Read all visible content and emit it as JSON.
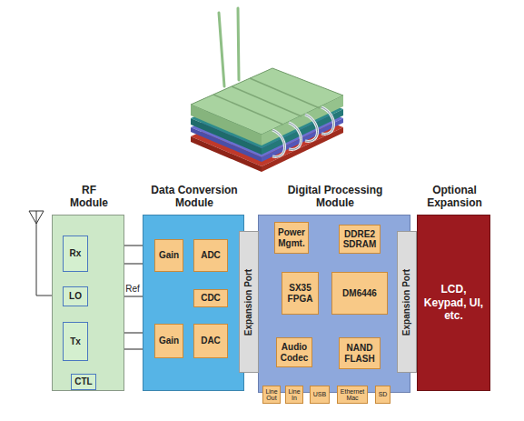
{
  "diagram": {
    "nodes": [
      {
        "text": [
          "RF Module"
        ]
      },
      {
        "text": [
          "Rx"
        ],
        "in": 0
      },
      {
        "text": [
          "LO"
        ],
        "in": 0
      },
      {
        "text": [
          "Tx"
        ],
        "in": 0
      },
      {
        "text": [
          "CTL"
        ],
        "in": 0
      },
      {
        "text": [
          "Data Conversion Module"
        ]
      },
      {
        "text": [
          "Gain"
        ],
        "in": 5
      },
      {
        "text": [
          "ADC"
        ],
        "in": 5
      },
      {
        "text": [
          "CDC"
        ],
        "in": 5
      },
      {
        "text": [
          "Gain"
        ],
        "in": 5
      },
      {
        "text": [
          "DAC"
        ],
        "in": 5
      },
      {
        "text": [
          "Expansion Port"
        ]
      },
      {
        "text": [
          "Digital Processing Module"
        ]
      },
      {
        "text": [
          "Power Mgmt."
        ],
        "in": 12
      },
      {
        "text": [
          "DDRE2 SDRAM"
        ],
        "in": 12
      },
      {
        "text": [
          "SX35 FPGA"
        ],
        "in": 12
      },
      {
        "text": [
          "DM6446"
        ],
        "in": 12
      },
      {
        "text": [
          "Audio Codec"
        ],
        "in": 12
      },
      {
        "text": [
          "NAND FLASH"
        ],
        "in": 12
      },
      {
        "text": [
          "Line Out"
        ],
        "in": 12
      },
      {
        "text": [
          "Line In"
        ],
        "in": 12
      },
      {
        "text": [
          "USB"
        ],
        "in": 12
      },
      {
        "text": [
          "Ethernet Mac"
        ],
        "in": 12
      },
      {
        "text": [
          "SD"
        ],
        "in": 12
      },
      {
        "text": [
          "Expansion Port"
        ]
      },
      {
        "text": [
          "Optional Expansion",
          "LCD, Keypad, UI, etc."
        ]
      }
    ],
    "edges": [
      {
        "from": 1,
        "to": 6,
        "arrow": "to"
      },
      {
        "from": 1,
        "to": 6,
        "arrow": "to"
      },
      {
        "from": 6,
        "to": 7,
        "arrow": "to"
      },
      {
        "from": 6,
        "to": 7,
        "arrow": "to"
      },
      {
        "from": 7,
        "to": 11,
        "arrow": "to"
      },
      {
        "from": 7,
        "to": 11,
        "arrow": "to"
      },
      {
        "from": 2,
        "to": 8,
        "label": "Ref",
        "arrow": "to"
      },
      {
        "from": 11,
        "to": 10,
        "arrow": "to"
      },
      {
        "from": 11,
        "to": 10,
        "arrow": "to"
      },
      {
        "from": 10,
        "to": 9,
        "arrow": "to"
      },
      {
        "from": 10,
        "to": 9,
        "arrow": "to"
      },
      {
        "from": 9,
        "to": 3,
        "arrow": "to"
      },
      {
        "from": 9,
        "to": 3,
        "arrow": "to"
      },
      {
        "from": 15,
        "to": 11,
        "arrow": "to"
      },
      {
        "from": 14,
        "to": 16,
        "arrow": "both"
      },
      {
        "from": 15,
        "to": 16,
        "arrow": "both"
      },
      {
        "from": 16,
        "to": 18,
        "arrow": "both"
      },
      {
        "from": 2,
        "to": 1,
        "arrow": "none"
      },
      {
        "from": 2,
        "to": 3,
        "arrow": "none"
      }
    ]
  }
}
